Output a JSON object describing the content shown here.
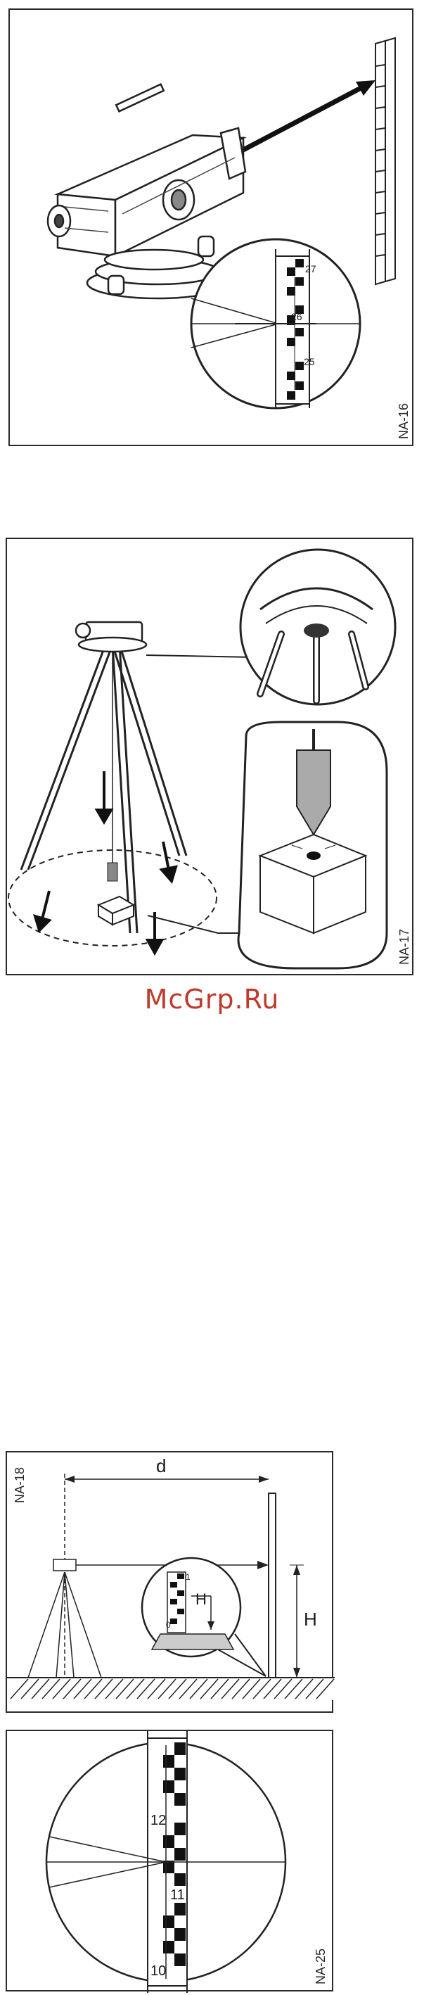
{
  "panels": {
    "p1": {
      "code": "NA-16",
      "staff_numbers": [
        "27",
        "26",
        "25"
      ]
    },
    "p2": {
      "code": "NA-17"
    },
    "p3": {
      "code": "NA-18",
      "dim_d": "d",
      "dim_H": "H",
      "inset_H": "H",
      "inset_staff": [
        "1",
        "0"
      ]
    },
    "p4": {
      "code": "NA-25",
      "staff_numbers": [
        "12",
        "11",
        "10"
      ]
    }
  },
  "watermark": "McGrp.Ru"
}
